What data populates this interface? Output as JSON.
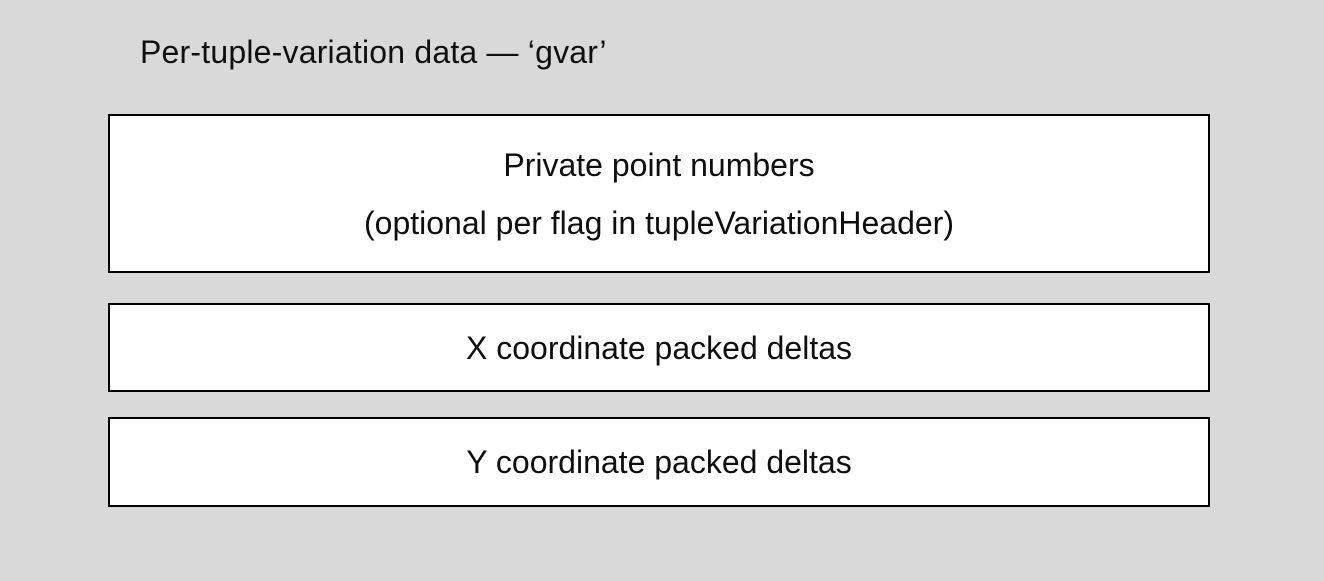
{
  "page": {
    "background_color": "#d9d9d9",
    "box_fill_color": "#ffffff",
    "box_border_color": "#000000",
    "text_color": "#0f0f0f"
  },
  "title": "Per-tuple-variation data — ‘gvar’",
  "diagram": {
    "boxes": [
      {
        "name": "private-point-numbers",
        "lines": {
          "0": "Private point numbers",
          "1": "(optional per flag in tupleVariationHeader)"
        }
      },
      {
        "name": "x-coordinate-packed-deltas",
        "lines": {
          "0": "X coordinate packed deltas"
        }
      },
      {
        "name": "y-coordinate-packed-deltas",
        "lines": {
          "0": "Y coordinate packed deltas"
        }
      }
    ]
  }
}
